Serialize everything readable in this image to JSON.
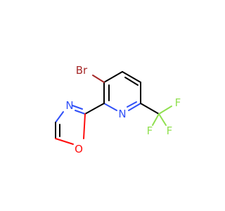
{
  "atoms": {
    "bromine": {
      "label": "Br",
      "color": "#A62929"
    },
    "pyridine_nitrogen": {
      "label": "N",
      "color": "#3050F8"
    },
    "oxazole_nitrogen": {
      "label": "N",
      "color": "#3050F8"
    },
    "oxazole_oxygen": {
      "label": "O",
      "color": "#FF0D0D"
    },
    "fluorine_1": {
      "label": "F",
      "color": "#90E050"
    },
    "fluorine_2": {
      "label": "F",
      "color": "#90E050"
    },
    "fluorine_3": {
      "label": "F",
      "color": "#90E050"
    }
  }
}
